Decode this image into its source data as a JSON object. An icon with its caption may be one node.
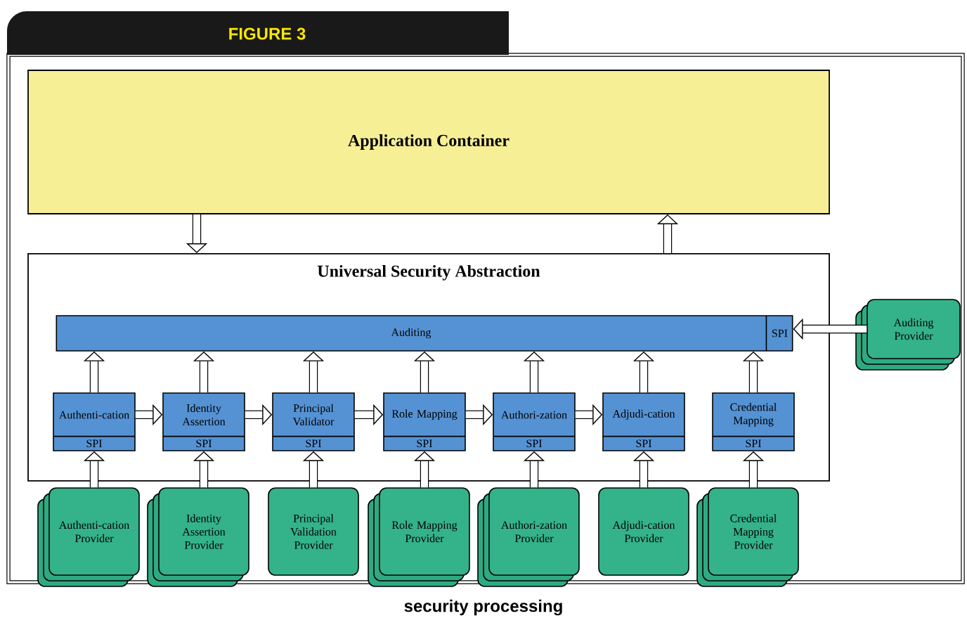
{
  "diagram": {
    "title": "FIGURE 3",
    "caption": "security processing",
    "nodes": [
      {
        "text": [
          "Application Container"
        ]
      },
      {
        "text": [
          "Universal Security Abstraction"
        ]
      },
      {
        "text": [
          "Auditing",
          "SPI"
        ],
        "in": 1
      },
      {
        "text": [
          "Authenti-cation",
          "SPI"
        ],
        "in": 1
      },
      {
        "text": [
          "Identity Assertion",
          "SPI"
        ],
        "in": 1
      },
      {
        "text": [
          "Principal Validator",
          "SPI"
        ],
        "in": 1
      },
      {
        "text": [
          "Role Mapping",
          "SPI"
        ],
        "in": 1
      },
      {
        "text": [
          "Authori-zation",
          "SPI"
        ],
        "in": 1
      },
      {
        "text": [
          "Adjudi-cation",
          "SPI"
        ],
        "in": 1
      },
      {
        "text": [
          "Credential Mapping",
          "SPI"
        ],
        "in": 1
      },
      {
        "text": [
          "Auditing Provider"
        ]
      },
      {
        "text": [
          "Authenti-cation Provider"
        ]
      },
      {
        "text": [
          "Identity Assertion Provider"
        ]
      },
      {
        "text": [
          "Principal Validation Provider"
        ]
      },
      {
        "text": [
          "Role Mapping Provider"
        ]
      },
      {
        "text": [
          "Authori-zation Provider"
        ]
      },
      {
        "text": [
          "Adjudi-cation Provider"
        ]
      },
      {
        "text": [
          "Credential Mapping Provider"
        ]
      }
    ],
    "edges": [
      {
        "from": 0,
        "to": 1,
        "arrow": "to"
      },
      {
        "from": 1,
        "to": 0,
        "arrow": "to"
      },
      {
        "from": 3,
        "to": 2,
        "arrow": "to"
      },
      {
        "from": 4,
        "to": 2,
        "arrow": "to"
      },
      {
        "from": 5,
        "to": 2,
        "arrow": "to"
      },
      {
        "from": 6,
        "to": 2,
        "arrow": "to"
      },
      {
        "from": 7,
        "to": 2,
        "arrow": "to"
      },
      {
        "from": 8,
        "to": 2,
        "arrow": "to"
      },
      {
        "from": 9,
        "to": 2,
        "arrow": "to"
      },
      {
        "from": 3,
        "to": 4,
        "arrow": "to"
      },
      {
        "from": 4,
        "to": 5,
        "arrow": "to"
      },
      {
        "from": 5,
        "to": 6,
        "arrow": "to"
      },
      {
        "from": 6,
        "to": 7,
        "arrow": "to"
      },
      {
        "from": 7,
        "to": 8,
        "arrow": "to"
      },
      {
        "from": 10,
        "to": 2,
        "arrow": "to"
      },
      {
        "from": 11,
        "to": 3,
        "arrow": "to"
      },
      {
        "from": 12,
        "to": 4,
        "arrow": "to"
      },
      {
        "from": 13,
        "to": 5,
        "arrow": "to"
      },
      {
        "from": 14,
        "to": 6,
        "arrow": "to"
      },
      {
        "from": 15,
        "to": 7,
        "arrow": "to"
      },
      {
        "from": 16,
        "to": 8,
        "arrow": "to"
      },
      {
        "from": 17,
        "to": 9,
        "arrow": "to"
      }
    ]
  }
}
